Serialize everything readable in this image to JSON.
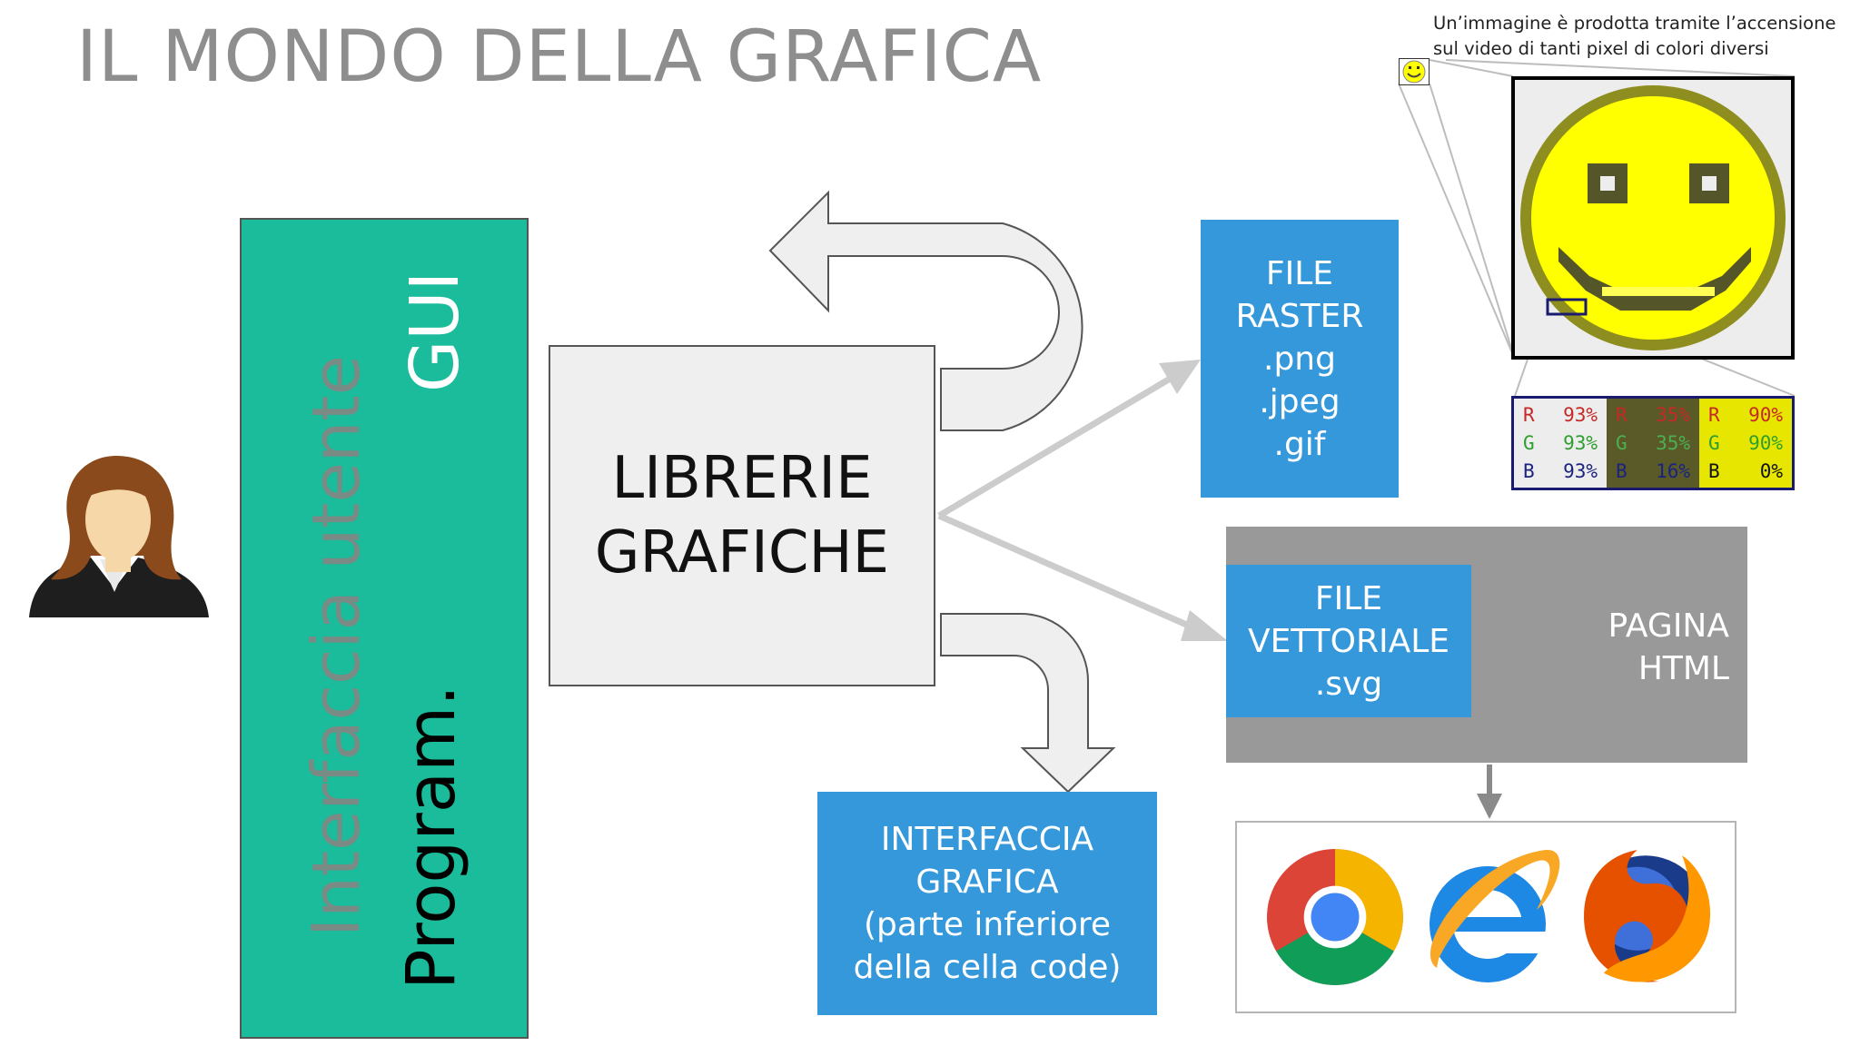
{
  "title": "IL MONDO DELLA GRAFICA",
  "green_panel": {
    "line_top": "GUI",
    "line_mid": "Interfaccia utente",
    "line_bottom": "Program."
  },
  "library_box": {
    "line1": "LIBRERIE",
    "line2": "GRAFICHE"
  },
  "raster_box": {
    "lines": [
      "FILE",
      "RASTER",
      ".png",
      ".jpeg",
      ".gif"
    ]
  },
  "vector_box": {
    "lines": [
      "FILE",
      "VETTORIALE",
      ".svg"
    ]
  },
  "html_box": {
    "lines": [
      "PAGINA",
      "HTML"
    ]
  },
  "interface_box": {
    "lines": [
      "INTERFACCIA",
      "GRAFICA",
      "(parte inferiore",
      "della cella code)"
    ]
  },
  "pixel_caption": {
    "line1": "Un’immagine è prodotta tramite l’accensione",
    "line2": "sul video di tanti pixel di colori diversi"
  },
  "rgb_table": {
    "columns": [
      {
        "bg": "#ededed",
        "r": "93%",
        "g": "93%",
        "b": "93%"
      },
      {
        "bg": "#5a5a29",
        "r": "35%",
        "g": "35%",
        "b": "16%"
      },
      {
        "bg": "#e6e600",
        "r": "90%",
        "g": "90%",
        "b": "0%"
      }
    ],
    "label_r": "R",
    "label_g": "G",
    "label_b": "B"
  },
  "colors": {
    "green_panel": "#1abc9c",
    "blue_box": "#3498db",
    "gray_box": "#999999",
    "title": "#8e8e8e",
    "smiley_yellow": "#ffff00"
  },
  "icons": [
    "user-avatar-icon",
    "smiley-icon",
    "chrome-icon",
    "internet-explorer-icon",
    "firefox-icon"
  ]
}
